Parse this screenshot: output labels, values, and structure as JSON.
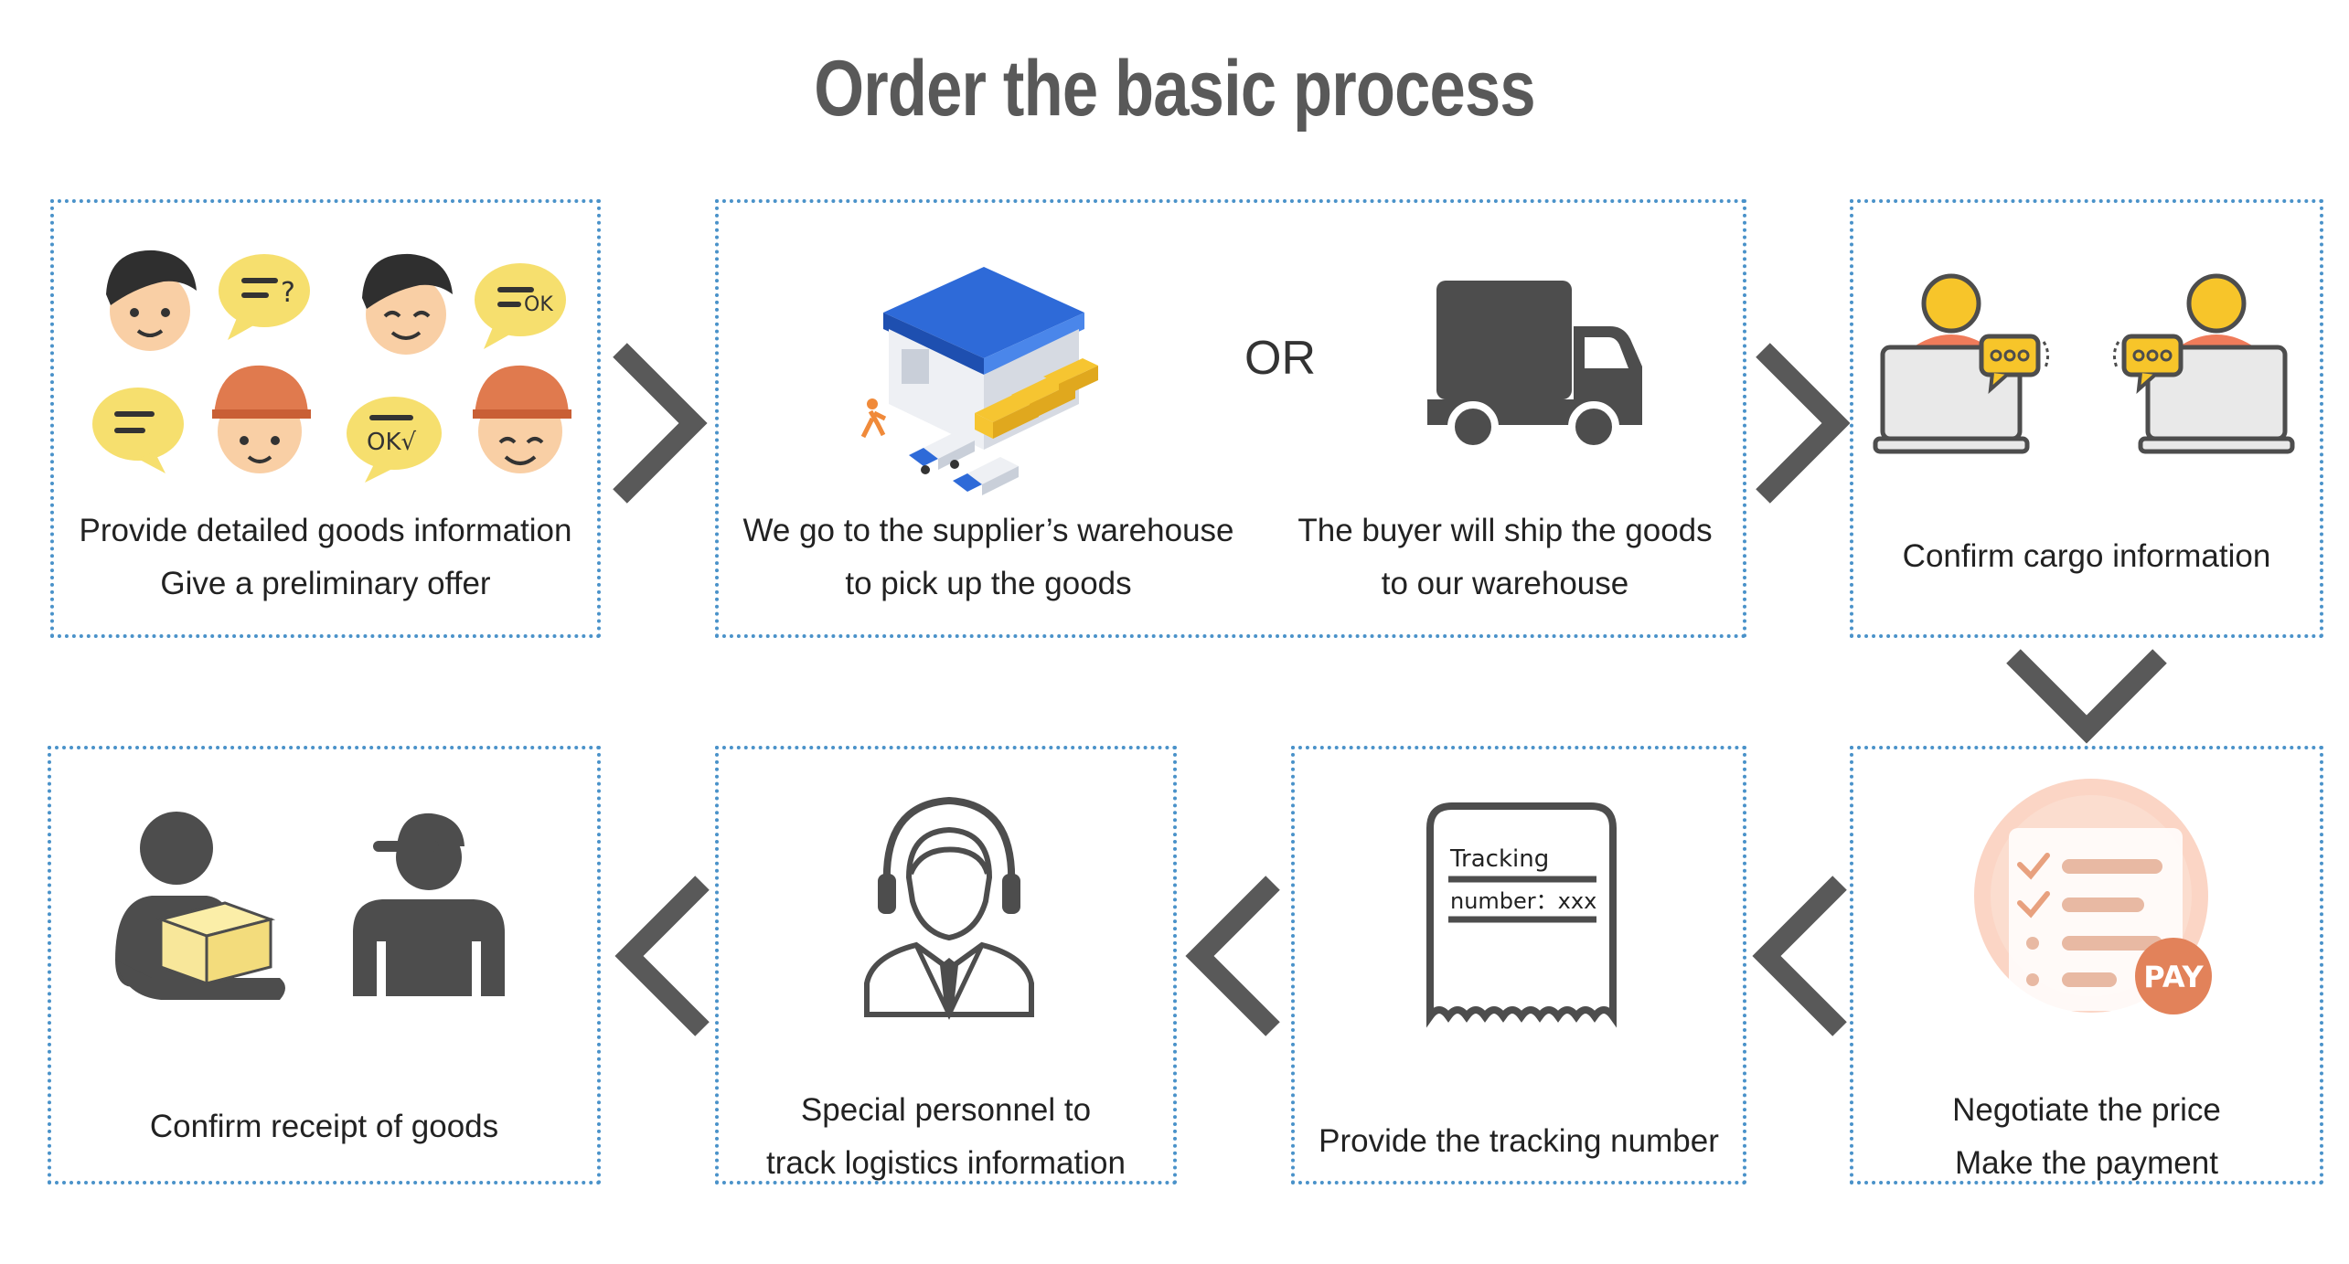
{
  "title": "Order the basic process",
  "steps": {
    "s1": {
      "line1": "Provide detailed goods information",
      "line2": "Give a preliminary offer"
    },
    "s2a": {
      "line1": "We go to the supplier’s warehouse",
      "line2": "to pick up the goods"
    },
    "s2_or": "OR",
    "s2b": {
      "line1": "The buyer will ship the goods",
      "line2": "to our warehouse"
    },
    "s3": {
      "line1": "Confirm cargo information"
    },
    "s4": {
      "line1": "Negotiate the price",
      "line2": "Make the payment"
    },
    "s5": {
      "line1": "Provide the tracking number",
      "receipt_line1": "Tracking",
      "receipt_line2": "number：xxx"
    },
    "s6": {
      "line1": "Special personnel to",
      "line2": "track logistics information"
    },
    "s7": {
      "line1": "Confirm receipt of goods"
    }
  },
  "icons": {
    "bubble_q": "?",
    "bubble_ok": "OK",
    "bubble_okcheck": "OK√",
    "pay_badge": "PAY"
  },
  "colors": {
    "border": "#4a92c9",
    "arrow": "#595959",
    "icon_dark": "#4d4d4d",
    "bubble_yellow": "#f6df6e",
    "face": "#f9cfa5",
    "cap_orange": "#e07a4e",
    "pay_orange": "#e2825a",
    "box_yellow": "#f8e79a"
  }
}
